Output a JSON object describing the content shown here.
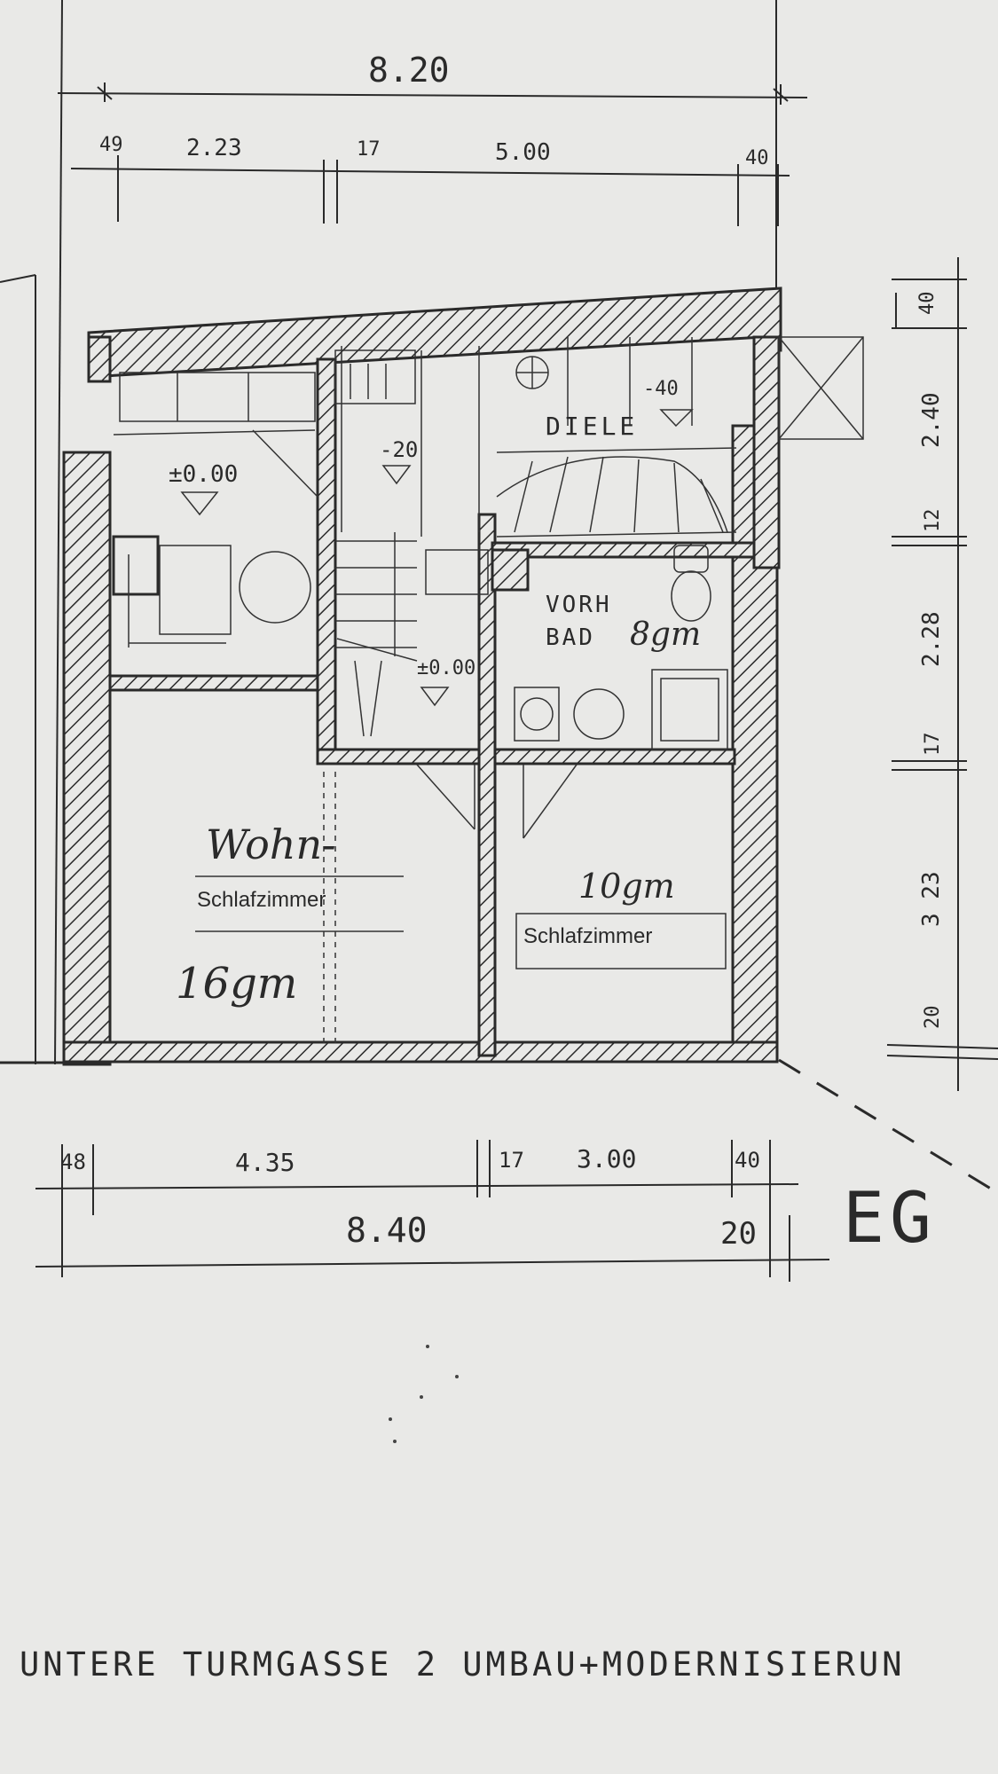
{
  "dimensions": {
    "top_total": "8.20",
    "top_left_wall": "49",
    "top_room1": "2.23",
    "top_inner_wall": "17",
    "top_room2": "5.00",
    "top_right_wall": "40",
    "bottom_left_wall": "48",
    "bottom_room1": "4.35",
    "bottom_inner_wall": "17",
    "bottom_room2": "3.00",
    "bottom_right_wall": "40",
    "bottom_total": "8.40",
    "bottom_extra": "20",
    "right_40": "40",
    "right_240": "2.40",
    "right_12": "12",
    "right_228": "2.28",
    "right_17": "17",
    "right_323": "3 23",
    "right_20": "20"
  },
  "levels": {
    "kitchen": "±0.00",
    "stair": "-20",
    "hall": "±0.00",
    "storage": "-40"
  },
  "rooms": {
    "diele": "DIELE",
    "vorh_line1": "VORH",
    "bad_label": "BAD",
    "bad_area": "8gm",
    "wohn_hand": "Wohn-",
    "wohn_label": "Schlafzimmer",
    "wohn_area": "16gm",
    "schlaf_area": "10gm",
    "schlaf_label": "Schlafzimmer"
  },
  "floor": "EG",
  "footer": "UNTERE TURMGASSE 2  UMBAU+MODERNISIERUN"
}
